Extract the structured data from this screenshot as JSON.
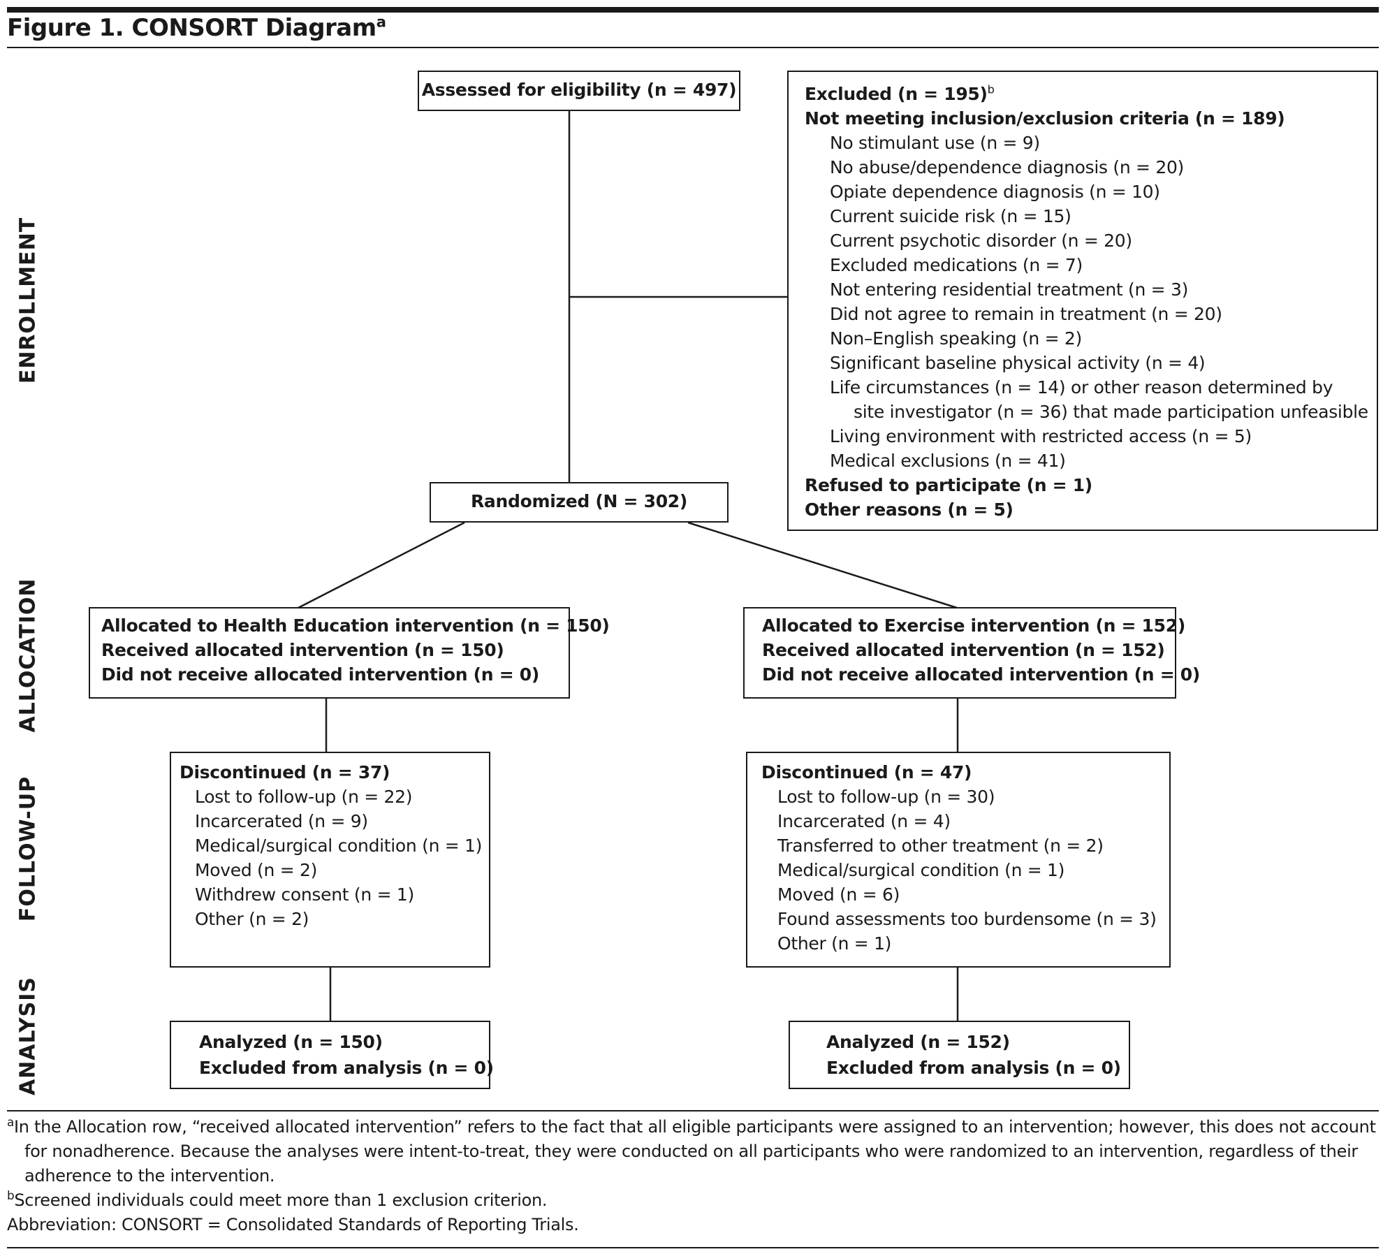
{
  "figure": {
    "title": "Figure 1. CONSORT Diagram",
    "title_sup": "a"
  },
  "stages": {
    "enrollment": "ENROLLMENT",
    "allocation": "ALLOCATION",
    "followup": "FOLLOW-UP",
    "analysis": "ANALYSIS"
  },
  "enrollment": {
    "assessed": "Assessed for eligibility (n = 497)",
    "randomized": "Randomized (N = 302)"
  },
  "excluded": {
    "header": "Excluded (n = 195)",
    "header_sup": "b",
    "criteria_header": "Not meeting inclusion/exclusion criteria (n = 189)",
    "criteria": [
      "No stimulant use (n = 9)",
      "No abuse/dependence diagnosis (n = 20)",
      "Opiate dependence diagnosis (n = 10)",
      "Current suicide risk (n = 15)",
      "Current psychotic disorder (n = 20)",
      "Excluded medications (n = 7)",
      "Not entering residential treatment (n = 3)",
      "Did not agree to remain in treatment (n = 20)",
      "Non–English speaking (n = 2)",
      "Significant baseline physical activity (n = 4)",
      "Life circumstances (n = 14) or other reason determined by"
    ],
    "criteria_continuation": "site investigator (n = 36) that made participation unfeasible",
    "criteria_tail": [
      "Living environment with restricted access (n = 5)",
      "Medical exclusions (n = 41)"
    ],
    "refused": "Refused to participate (n = 1)",
    "other": "Other reasons (n = 5)"
  },
  "allocation": {
    "health_education": [
      "Allocated to Health Education intervention (n = 150)",
      "Received allocated intervention (n = 150)",
      "Did not receive allocated intervention (n = 0)"
    ],
    "exercise": [
      "Allocated to Exercise intervention (n = 152)",
      "Received allocated intervention (n = 152)",
      "Did not receive allocated intervention (n = 0)"
    ]
  },
  "followup": {
    "health_education": {
      "header": "Discontinued (n = 37)",
      "items": [
        "Lost to follow-up (n = 22)",
        "Incarcerated (n = 9)",
        "Medical/surgical condition (n = 1)",
        "Moved (n = 2)",
        "Withdrew consent (n = 1)",
        "Other (n = 2)"
      ]
    },
    "exercise": {
      "header": "Discontinued (n = 47)",
      "items": [
        "Lost to follow-up (n = 30)",
        "Incarcerated (n = 4)",
        "Transferred to other treatment (n = 2)",
        "Medical/surgical condition (n = 1)",
        "Moved (n = 6)",
        "Found assessments too burdensome (n = 3)",
        "Other (n = 1)"
      ]
    }
  },
  "analysis": {
    "health_education": [
      "Analyzed (n = 150)",
      "Excluded from analysis (n = 0)"
    ],
    "exercise": [
      "Analyzed (n = 152)",
      "Excluded from analysis (n = 0)"
    ]
  },
  "footnotes": {
    "a_mark": "a",
    "a_text": "In the Allocation row, “received allocated intervention” refers to the fact that all eligible participants were assigned to an intervention; however, this does not account for nonadherence. Because the analyses were intent-to-treat, they were conducted on all participants who were randomized to an intervention, regardless of their adherence to the intervention.",
    "b_mark": "b",
    "b_text": "Screened individuals could meet more than 1 exclusion criterion.",
    "abbreviation": "Abbreviation: CONSORT = Consolidated Standards of Reporting Trials."
  }
}
